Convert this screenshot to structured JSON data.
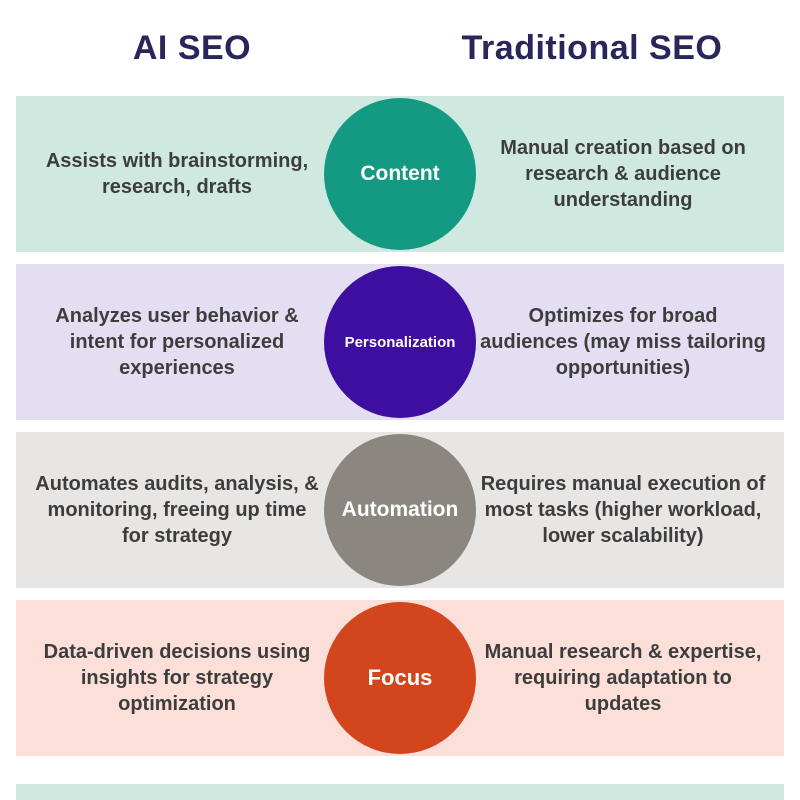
{
  "title": "AI SEO vs Traditional SEO comparison",
  "header": {
    "left": "AI SEO",
    "right": "Traditional SEO"
  },
  "rows": [
    {
      "label": "Content",
      "ai": "Assists with brainstorming, research, drafts",
      "traditional": "Manual creation based on research & audience understanding",
      "band_color": "#cfe9e1",
      "circle_color": "#149a82"
    },
    {
      "label": "Personalization",
      "ai": "Analyzes user behavior & intent for personalized experiences",
      "traditional": "Optimizes for broad audiences (may miss tailoring opportunities)",
      "band_color": "#e4def2",
      "circle_color": "#3d0e9f"
    },
    {
      "label": "Automation",
      "ai": "Automates audits, analysis, & monitoring, freeing up time for strategy",
      "traditional": "Requires manual execution of most tasks (higher workload, lower scalability)",
      "band_color": "#e8e6e5",
      "circle_color": "#8c8681"
    },
    {
      "label": "Focus",
      "ai": "Data-driven decisions using insights for strategy optimization",
      "traditional": "Manual research & expertise, requiring adaptation to updates",
      "band_color": "#fbdfd8",
      "circle_color": "#d2451d"
    }
  ],
  "partial_band_color": "#cfe9e1",
  "colors": {
    "header_text": "#28265a",
    "body_text": "#3d3d3d",
    "circle_label": "#ffffff"
  }
}
